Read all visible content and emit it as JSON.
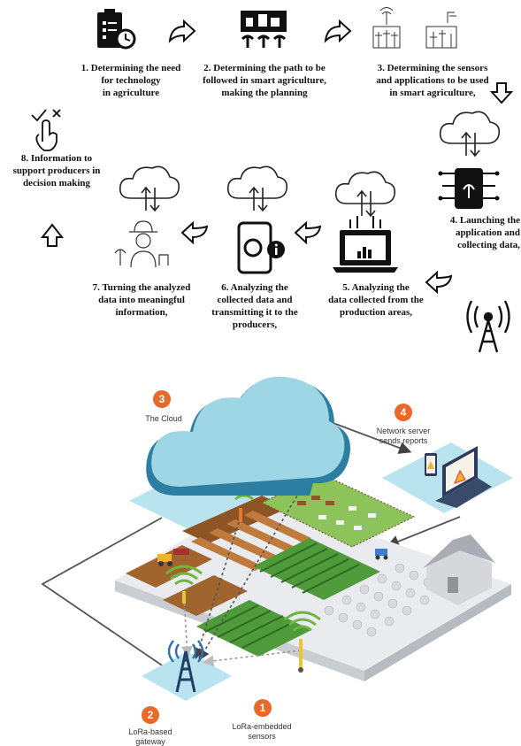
{
  "top_flow": {
    "steps": [
      {
        "number": "1",
        "text": "1. Determining the need\nfor technology\nin agriculture"
      },
      {
        "number": "2",
        "text": "2. Determining the path to be\nfollowed in smart agriculture,\nmaking the planning"
      },
      {
        "number": "3",
        "text": "3. Determining the sensors\nand applications to be used\nin smart agriculture,"
      },
      {
        "number": "4",
        "text": "4. Launching the\napplication and\ncollecting data,"
      },
      {
        "number": "5",
        "text": "5. Analyzing the\ndata collected from the\nproduction areas,"
      },
      {
        "number": "6",
        "text": "6. Analyzing the\ncollected data and\ntransmitting it to the\nproducers,"
      },
      {
        "number": "7",
        "text": "7. Turning the analyzed\ndata into meaningful\ninformation,"
      },
      {
        "number": "8",
        "text": "8. Information to\nsupport producers in\ndecision making"
      }
    ]
  },
  "bottom_diagram": {
    "nodes": [
      {
        "badge": "1",
        "label": "LoRa-embedded\nsensors"
      },
      {
        "badge": "2",
        "label": "LoRa-based\ngateway"
      },
      {
        "badge": "3",
        "label": "The Cloud"
      },
      {
        "badge": "4",
        "label": "Network server\nsends reports"
      }
    ]
  },
  "colors": {
    "badge": "#e8692a",
    "cloud_light": "#9fd6e6",
    "cloud_dark": "#2c7fa3",
    "pad": "#b9e4ef",
    "soil": "#a0642e",
    "crop": "#4f9a3a",
    "wifi": "#6fb63a",
    "alert": "#d93a3a"
  }
}
